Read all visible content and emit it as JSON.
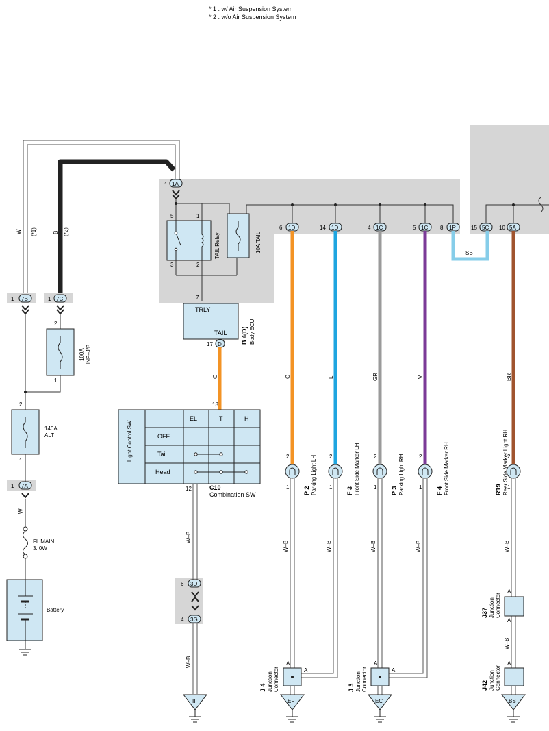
{
  "notes": [
    "* 1 : w/ Air Suspension System",
    "* 2 : w/o Air Suspension System"
  ],
  "colors": {
    "orange": "#f39325",
    "blue": "#1ea5e0",
    "gray": "#9a9a9a",
    "purple": "#7b3a97",
    "lightblue": "#86cde9",
    "brown": "#a0542e",
    "panel": "#d6d6d6",
    "component": "#cfe7f3"
  },
  "connectors": {
    "c7B": {
      "pin": "1",
      "id": "7B"
    },
    "c7C": {
      "pin": "1",
      "id": "7C"
    },
    "c7A": {
      "pin": "1",
      "id": "7A"
    },
    "c1A": {
      "pin": "1",
      "id": "1A"
    },
    "c1D_6": {
      "pin": "6",
      "id": "1D"
    },
    "c1D_14": {
      "pin": "14",
      "id": "1D"
    },
    "c1C_4": {
      "pin": "4",
      "id": "1C"
    },
    "c1C_5": {
      "pin": "5",
      "id": "1C"
    },
    "c1P": {
      "pin": "8",
      "id": "1P"
    },
    "c5C": {
      "pin": "15",
      "id": "5C"
    },
    "c5A": {
      "pin": "10",
      "id": "5A"
    },
    "c3D": {
      "pin": "6",
      "id": "3D"
    },
    "c3G": {
      "pin": "4",
      "id": "3G"
    }
  },
  "wires": {
    "w_w": "W",
    "w_b": "B",
    "star1": "(*1)",
    "star2": "(*2)",
    "o1": "O",
    "o2": "O",
    "l": "L",
    "gr": "GR",
    "v": "V",
    "br": "BR",
    "sb": "SB",
    "wb": "W–B",
    "w": "W"
  },
  "components": {
    "fuse100": {
      "name": "100A",
      "sub": "INP–J/B",
      "pin_top": "2",
      "pin_bot": "1"
    },
    "fuse140": {
      "name": "140A",
      "sub": "ALT",
      "pin_top": "2",
      "pin_bot": "1"
    },
    "flmain": {
      "name": "FL MAIN",
      "sub": "3. 0W"
    },
    "battery": {
      "name": "Battery"
    },
    "relay": {
      "name": "TAIL Relay",
      "p5": "5",
      "p1": "1",
      "p3": "3",
      "p2": "2"
    },
    "tailfuse": {
      "name": "10A TAIL"
    },
    "ecu": {
      "code": "B 4(D)",
      "name": "Body ECU",
      "trly": "TRLY",
      "tail": "TAIL",
      "pin7": "7",
      "pin17": "17",
      "pinD": "D"
    },
    "switch": {
      "title": "Light Control SW",
      "code": "C10",
      "name": "Combination SW",
      "cols": [
        "EL",
        "T",
        "H"
      ],
      "rows": [
        "OFF",
        "Tail",
        "Head"
      ],
      "pin_top": "18",
      "pin_bot": "12"
    },
    "p2": {
      "code": "P 2",
      "name": "Parking Light LH"
    },
    "f3": {
      "code": "F 3",
      "name": "Front Side Marker LH"
    },
    "p3": {
      "code": "P 3",
      "name": "Parking Light RH"
    },
    "f4": {
      "code": "F 4",
      "name": "Front Side Marker RH"
    },
    "r19": {
      "code": "R19",
      "name": "Rear Side Marker Light RH"
    },
    "j4": {
      "code": "J 4",
      "name1": "Junction",
      "name2": "Connector"
    },
    "j3": {
      "code": "J 3",
      "name1": "Junction",
      "name2": "Connector"
    },
    "j37": {
      "code": "J37",
      "name1": "Junction",
      "name2": "Connector"
    },
    "j42": {
      "code": "J42",
      "name1": "Junction",
      "name2": "Connector"
    }
  },
  "pins": {
    "two": "2",
    "one": "1",
    "a": "A"
  },
  "grounds": {
    "ii": "II",
    "ef": "EF",
    "ec": "EC",
    "bs": "BS"
  }
}
